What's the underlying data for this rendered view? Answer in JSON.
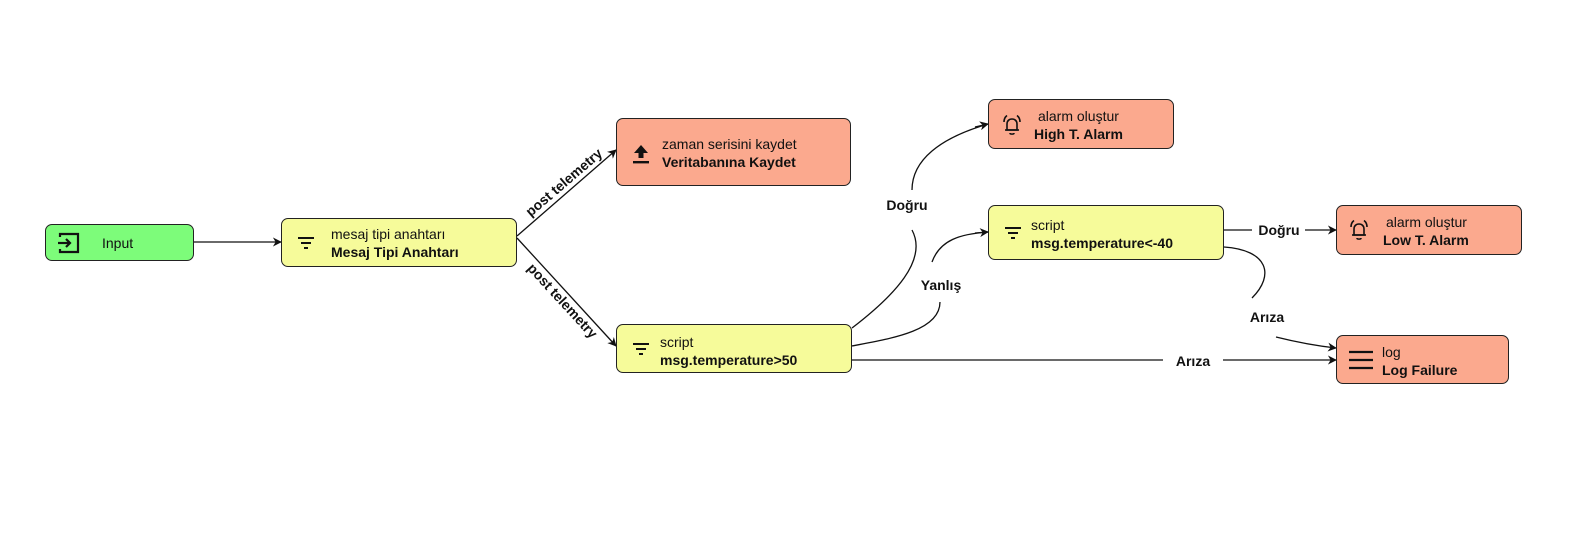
{
  "nodes": {
    "input": {
      "label": "Input",
      "icon": "input-icon",
      "color": "#7dfc7a"
    },
    "switch": {
      "type": "mesaj tipi anahtarı",
      "name": "Mesaj Tipi Anahtarı",
      "icon": "filter-icon",
      "color": "#f6fb9a"
    },
    "save": {
      "type": "zaman serisini kaydet",
      "name": "Veritabanına Kaydet",
      "icon": "upload-icon",
      "color": "#fba98e"
    },
    "script_high": {
      "type": "script",
      "name": "msg.temperature>50",
      "icon": "filter-icon",
      "color": "#f6fb9a"
    },
    "alarm_high": {
      "type": "alarm oluştur",
      "name": "High T. Alarm",
      "icon": "alarm-bell-icon",
      "color": "#fba98e"
    },
    "script_low": {
      "type": "script",
      "name": "msg.temperature<-40",
      "icon": "filter-icon",
      "color": "#f6fb9a"
    },
    "alarm_low": {
      "type": "alarm oluştur",
      "name": "Low T. Alarm",
      "icon": "alarm-bell-icon",
      "color": "#fba98e"
    },
    "log": {
      "type": "log",
      "name": "Log Failure",
      "icon": "menu-lines-icon",
      "color": "#fba98e"
    }
  },
  "edges": {
    "switch_to_save": "post telemetry",
    "switch_to_script_high": "post telemetry",
    "high_true": "Doğru",
    "high_false": "Yanlış",
    "high_failure": "Arıza",
    "low_true": "Doğru",
    "low_failure": "Arıza"
  }
}
